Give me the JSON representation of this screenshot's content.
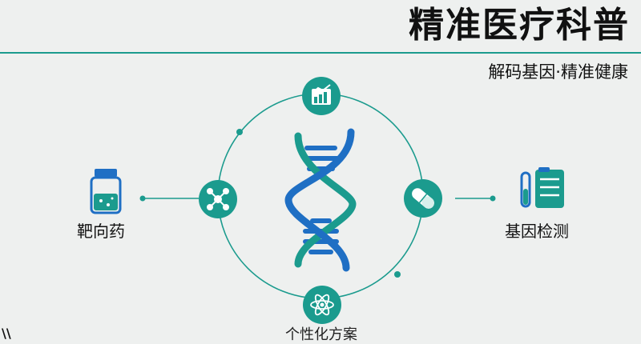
{
  "header": {
    "title": "精准医疗科普",
    "subtitle": "解码基因·精准健康"
  },
  "nodes": {
    "left": {
      "label": "靶向药",
      "icon": "medicine-bottle-icon"
    },
    "right": {
      "label": "基因检测",
      "icon": "test-tube-report-icon"
    },
    "bottom": {
      "label": "个性化方案",
      "icon": "atom-icon"
    },
    "top": {
      "icon": "bar-chart-icon"
    },
    "inner_left": {
      "icon": "molecule-icon"
    },
    "inner_right": {
      "icon": "pill-capsule-icon"
    },
    "center": {
      "icon": "dna-helix-icon"
    }
  },
  "corner_mark": "\\\\",
  "colors": {
    "accent_teal": "#1b9b8e",
    "dna_blue": "#1f6fc4",
    "background": "#eef0ef"
  }
}
